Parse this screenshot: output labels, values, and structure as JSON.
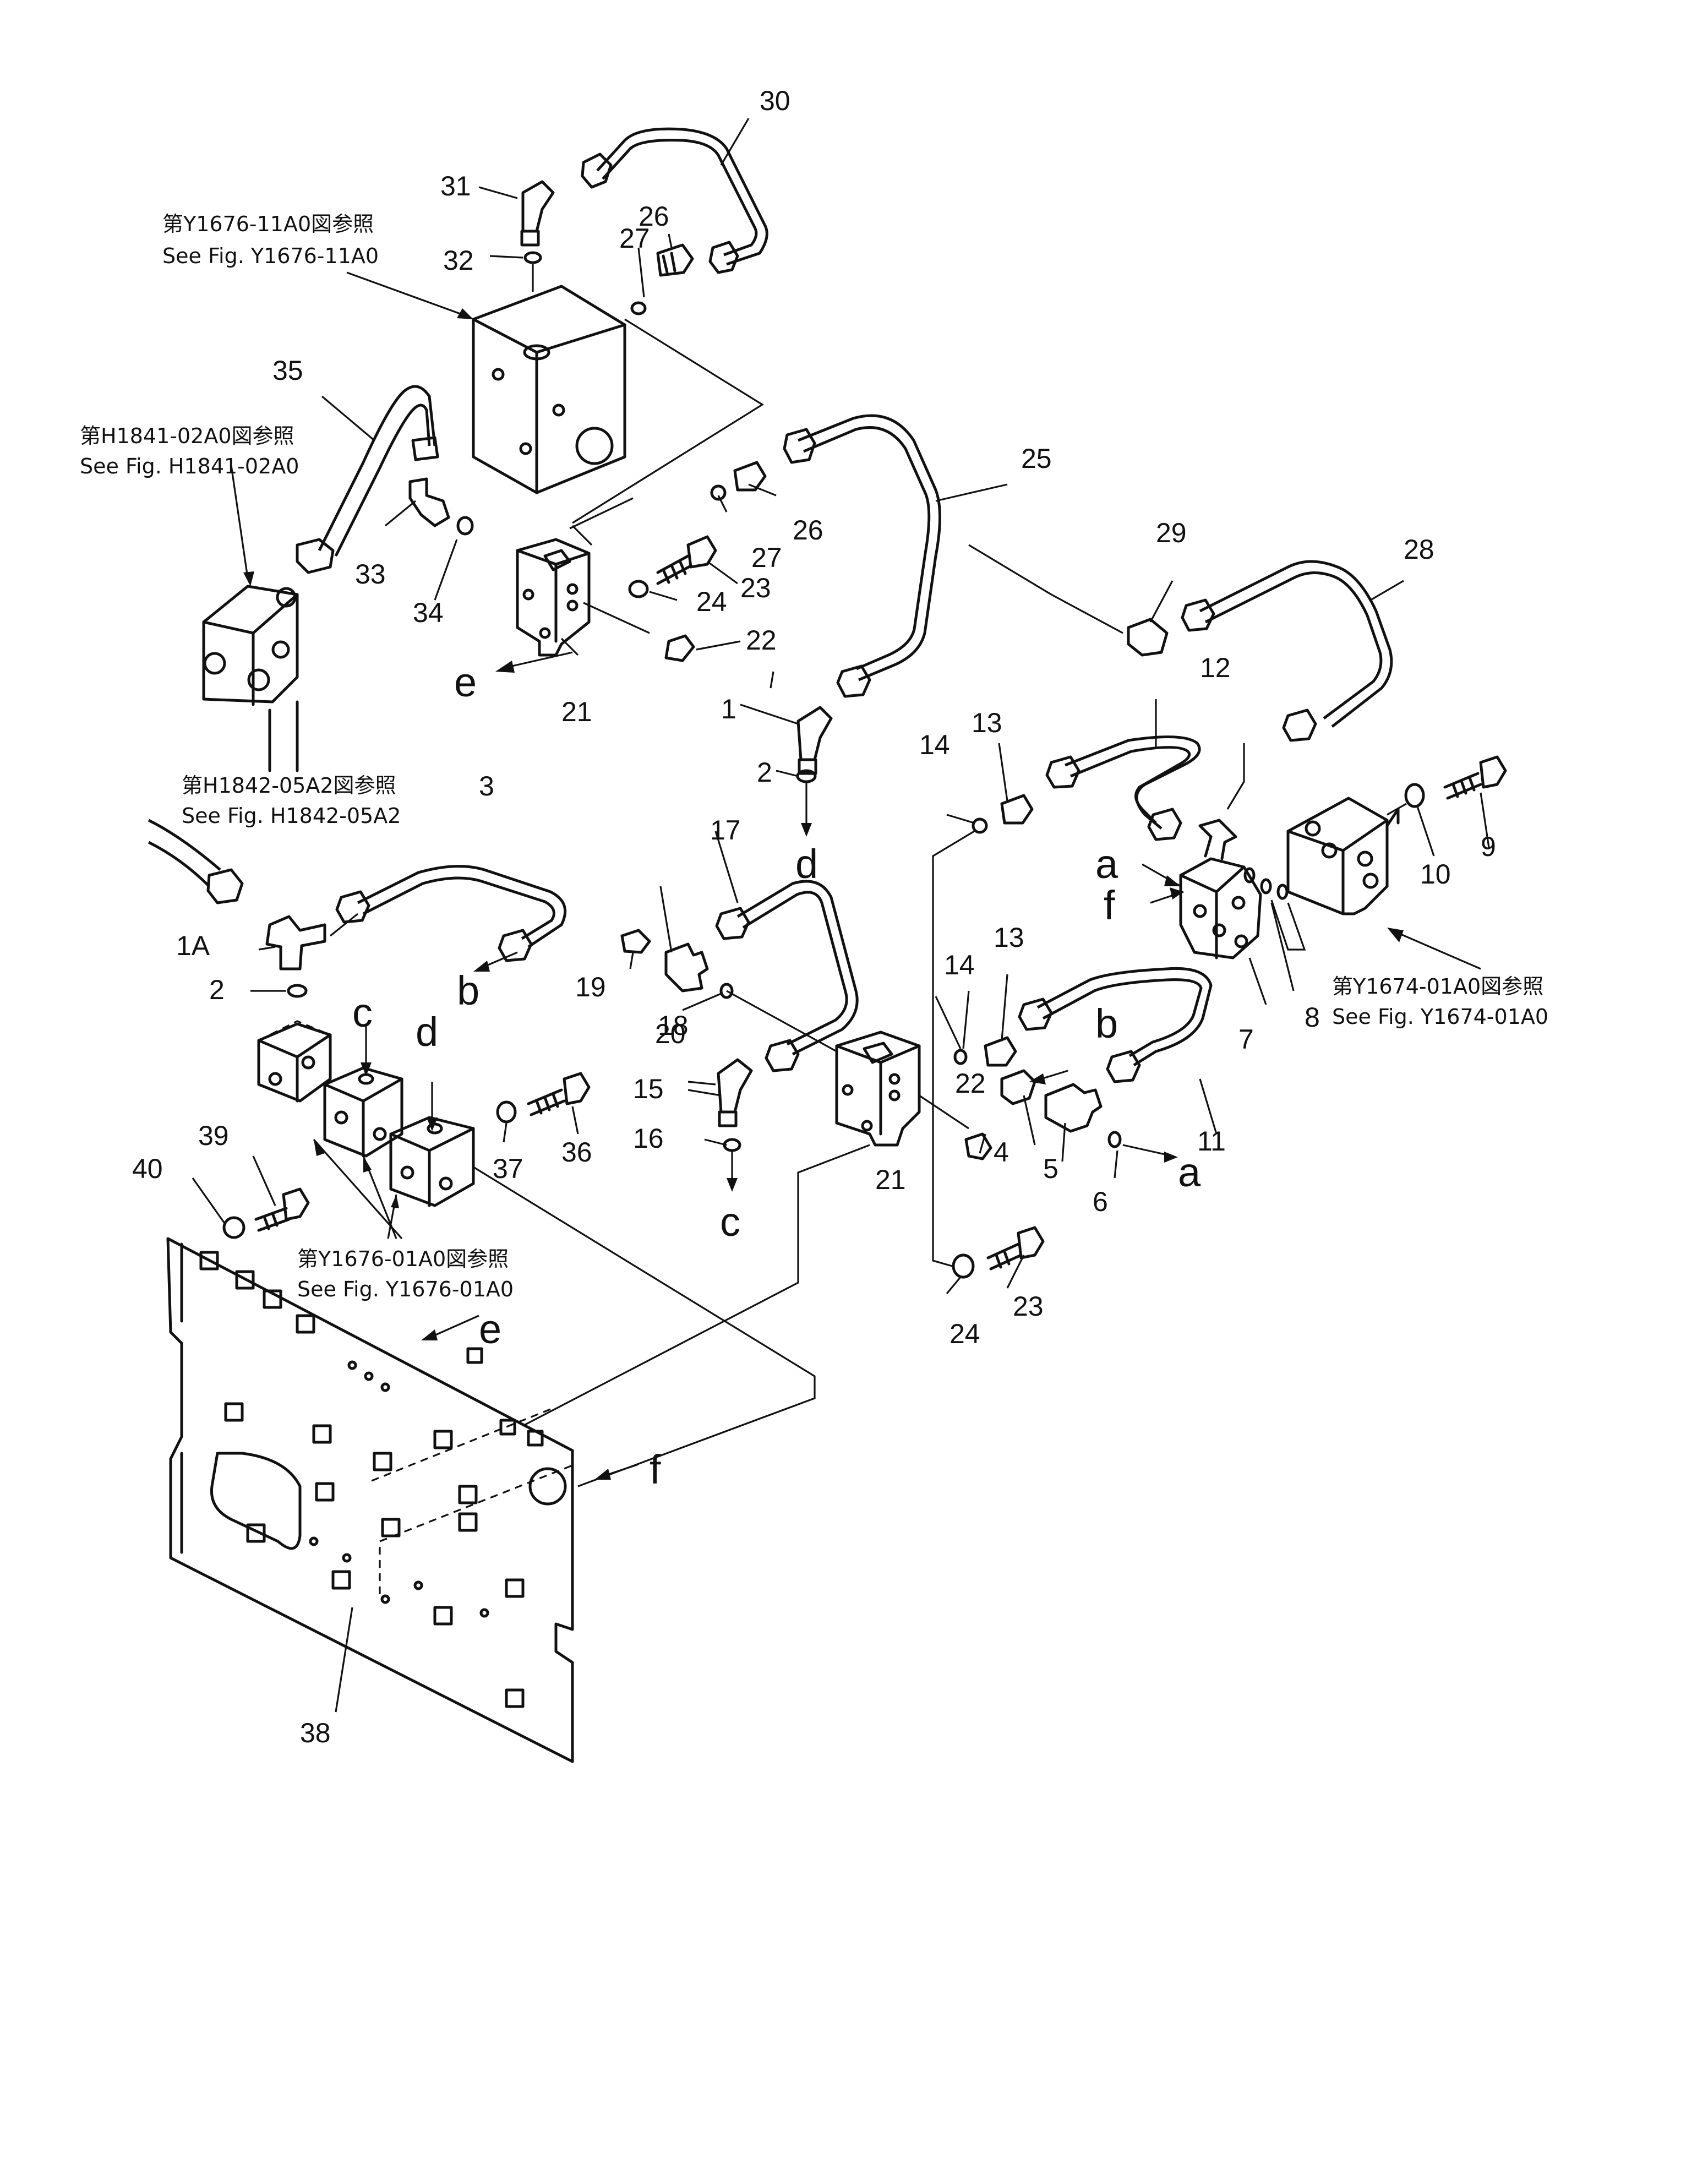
{
  "references": {
    "fig_y1676_11a0_jp": "第Y1676-11A0図参照",
    "fig_y1676_11a0_en": "See  Fig. Y1676-11A0",
    "fig_h1841_02a0_jp": "第H1841-02A0図参照",
    "fig_h1841_02a0_en": "See  Fig. H1841-02A0",
    "fig_h1842_05a2_jp": "第H1842-05A2図参照",
    "fig_h1842_05a2_en": "See  Fig. H1842-05A2",
    "fig_y1674_01a0_jp": "第Y1674-01A0図参照",
    "fig_y1674_01a0_en": "See  Fig. Y1674-01A0",
    "fig_y1676_01a0_jp": "第Y1676-01A0図参照",
    "fig_y1676_01a0_en": "See  Fig. Y1676-01A0"
  },
  "part_numbers": {
    "p1": "1",
    "p1a": "1A",
    "p2a": "2",
    "p2b": "2",
    "p3": "3",
    "p4": "4",
    "p5": "5",
    "p6": "6",
    "p7": "7",
    "p8": "8",
    "p9": "9",
    "p10": "10",
    "p11": "11",
    "p12": "12",
    "p13a": "13",
    "p13b": "13",
    "p14a": "14",
    "p14b": "14",
    "p15": "15",
    "p16": "16",
    "p17": "17",
    "p18": "18",
    "p19": "19",
    "p20": "20",
    "p21a": "21",
    "p21b": "21",
    "p22a": "22",
    "p22b": "22",
    "p23a": "23",
    "p23b": "23",
    "p24a": "24",
    "p24b": "24",
    "p25": "25",
    "p26a": "26",
    "p26b": "26",
    "p27a": "27",
    "p27b": "27",
    "p28": "28",
    "p29": "29",
    "p30": "30",
    "p31": "31",
    "p32": "32",
    "p33": "33",
    "p34": "34",
    "p35": "35",
    "p36": "36",
    "p37": "37",
    "p38": "38",
    "p39": "39",
    "p40": "40"
  },
  "connection_letters": {
    "a1": "a",
    "a2": "a",
    "b1": "b",
    "b2": "b",
    "c1": "c",
    "c2": "c",
    "d1": "d",
    "d2": "d",
    "e1": "e",
    "e2": "e",
    "f1": "f",
    "f2": "f"
  }
}
